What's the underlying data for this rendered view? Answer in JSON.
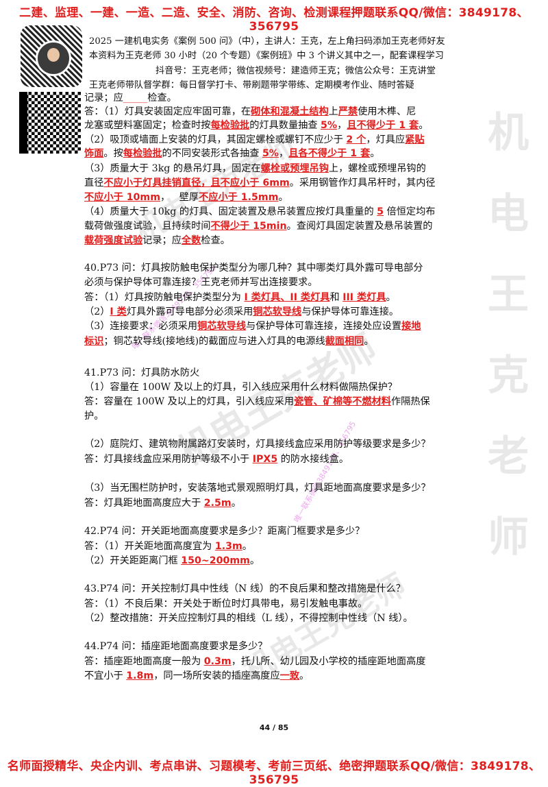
{
  "banner_top": "二建、监理、一建、一造、二造、安全、消防、咨询、检测课程押题联系QQ/微信：3849178、356795",
  "banner_bottom": "名师面授精华、央企内训、考点串讲、习题模考、考前三页纸、绝密押题联系QQ/微信：3849178、356795",
  "header": [
    "2025 一建机电实务《案例 500 问》（中），主讲人：王克，左上角扫码添加王克老师好友",
    "本资料为王克老师 30 小时（20 个专题）《案例班》中 3 个讲义其中之一，配套课程学习",
    "抖音号：王克老师；微信视频号：建造师王克；微信公众号：王克讲堂",
    "王克老师带队督学群：每日督学打卡、带刷题带学带练、定期模考作业、随时答疑"
  ],
  "content": {
    "l1a": "记录；应",
    "l1blank": "_____",
    "l1b": "检查。",
    "a1": [
      "答：（1）灯具安装固定应牢固可靠，在",
      "砌体和混凝土结构",
      "上",
      "严禁",
      "使用木榫、尼"
    ],
    "a2": [
      "龙塞或塑料塞固定；检查时按",
      "每检验批",
      "的灯具数量抽查 ",
      "5%",
      "，",
      "且不得少于 1 套",
      "。"
    ],
    "a3": [
      "（2）吸顶或墙面上安装的灯具，其固定螺栓或螺钉不应少于 ",
      "2 个",
      "，灯具应",
      "紧贴"
    ],
    "a4": [
      "饰面",
      "。按",
      "每检验批",
      "的不同安装形式各抽查 ",
      "5%",
      "，",
      "且各不得少于 1 套",
      "。"
    ],
    "a5": [
      "（3）质量大于 3kg 的悬吊灯具，固定在",
      "螺栓或预埋吊钩",
      "上，螺栓或预埋吊钩的"
    ],
    "a6": [
      "直径",
      "不应小于灯具挂销直径，且不应小于 6mm",
      "。采用钢管作灯具吊杆时，其内径"
    ],
    "a7": [
      "不应小于 10mm",
      "，   壁厚",
      "不应小于 1.5mm",
      "。"
    ],
    "a8": [
      "（4）质量大于 10kg 的灯具、固定装置及悬吊装置应按灯具重量的 ",
      "5",
      " 倍恒定均布"
    ],
    "a9": [
      "载荷做强度试验，且持续时间",
      "不得少于 15min",
      "。查阅灯具固定装置及悬吊装置的"
    ],
    "a10": [
      "载荷强度试验",
      "记录；应",
      "全数",
      "检查。"
    ],
    "q40a": "40.P73 问：灯具按防触电保护类型分为哪几种？其中哪类灯具外露可导电部分",
    "q40b": "必须与保护导体可靠连接？王克老师并写出连接要求。",
    "b1": [
      "答：（1）灯具按防触电保护类型分为 ",
      "I 类灯具、II 类灯具",
      "和 ",
      "III 类灯具",
      "。"
    ],
    "b2": [
      "（2）",
      "I 类",
      "灯具外露可导电部分必须采用",
      "铜芯软导线",
      "与保护导体可靠连接。"
    ],
    "b3": [
      "（3）连接要求：必须采用",
      "铜芯软导线",
      "与保护导体可靠连接，连接处应设置",
      "接地"
    ],
    "b4": [
      "标识",
      "；铜芯软导线(接地线)的截面应与进入灯具的电源线",
      "截面相同",
      "。"
    ],
    "q41": "41.P73 问：灯具防水防火",
    "c1": "（1）容量在 100W 及以上的灯具，引入线应采用什么材料做隔热保护？",
    "c2": [
      "答：容量在 100W 及以上的灯具，引入线应采用",
      "瓷管、矿棉等不燃材料",
      "作隔热保"
    ],
    "c3": "护。",
    "c4": "（2）庭院灯、建筑物附属路灯安装时，灯具接线盒应采用防护等级要求是多少？",
    "c5": [
      "答：灯具接线盒应采用防护等级不小于 ",
      "IPX5",
      " 的防水接线盒。"
    ],
    "c6": "（3）当无围栏防护时，安装落地式景观照明灯具，灯具距地面高度要求是多少？",
    "c7": [
      "答：灯具距地面高度应大于 ",
      "2.5m",
      "。"
    ],
    "q42": "42.P74 问：开关距地面高度要求是多少？距离门框要求是多少？",
    "d1": [
      "答：（1）开关距地面高度宜为 ",
      "1.3m",
      "。"
    ],
    "d2": [
      "（2）开关距距离门框 ",
      "150~200mm",
      "。"
    ],
    "q43": "43.P74 问：开关控制灯具中性线（N 线）的不良后果和整改措施是什么？",
    "e1": "答：（1）不良后果：开关处于断位时灯具带电，易引发触电事故。",
    "e2": "（2）整改措施：开关应控制灯具的相线（L 线），不得控制中性线（N 线）。",
    "q44": "44.P74 问：插座距地面高度要求是多少？",
    "f1": [
      "答：插座距地面高度一般为 ",
      "0.3m",
      "，托儿所、幼儿园及小学校的插座距地面高度"
    ],
    "f2": [
      "不宜小于 ",
      "1.8m",
      "，同一场所安装的插座高度应",
      "一致",
      "。"
    ]
  },
  "watermark_vertical": [
    "机",
    "电",
    "王",
    "克",
    "老",
    "师"
  ],
  "watermark_diag": "机电王克老师",
  "watermark_pink": "唯一联系微信3849178、356795",
  "page_number": "44 / 85"
}
